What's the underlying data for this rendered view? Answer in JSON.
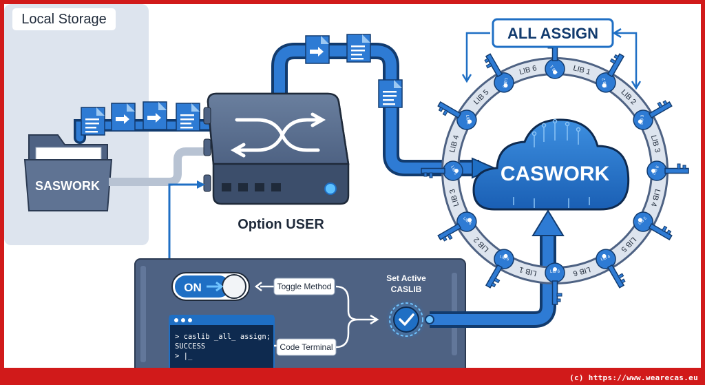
{
  "local_storage": {
    "label": "Local Storage"
  },
  "saswork": {
    "label": "SASWORK"
  },
  "router": {
    "label": "Option USER"
  },
  "caswork": {
    "label": "CASWORK"
  },
  "all_assign": {
    "label": "ALL ASSIGN"
  },
  "ring": {
    "libs": [
      "LIB 1",
      "LIB 2",
      "LIB 3",
      "LIB 4",
      "LIB 5",
      "LIB 6",
      "LIB 1",
      "LIB 2",
      "LIB 3",
      "LIB 4",
      "LIB 5",
      "LIB 6"
    ],
    "key_tags": [
      "LIB 1",
      "LIB 2",
      "LIB 3",
      "LIB 6",
      "LIB 5",
      "LIB 4",
      "LIB 6",
      "LIB 6",
      "LIB 6",
      "LIB 1",
      "LIB 2",
      "LIB 3"
    ]
  },
  "toggle": {
    "state": "ON",
    "label": "Toggle Method"
  },
  "terminal": {
    "label": "Code Terminal",
    "line1": "> caslib _all_ assign;",
    "line2": "SUCCESS",
    "line3": "> |_"
  },
  "caslib": {
    "line1": "Set Active",
    "line2": "CASLIB"
  },
  "footer": {
    "text": "(c) https://www.wearecas.eu"
  },
  "colors": {
    "frame": "#d11a1a",
    "primary": "#1f6fc4",
    "dark": "#123b6e",
    "light": "#dde4ee"
  }
}
